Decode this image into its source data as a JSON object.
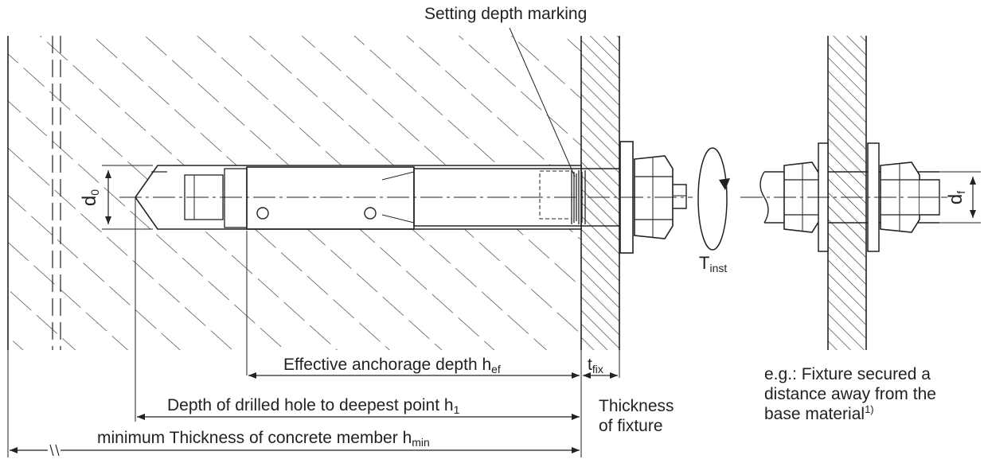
{
  "labels": {
    "setting_depth": "Setting depth marking",
    "d0": {
      "main": "d",
      "sub": "0"
    },
    "df": {
      "main": "d",
      "sub": "f"
    },
    "tinst": {
      "main": "T",
      "sub": "inst"
    },
    "tfix": {
      "main": "t",
      "sub": "fix"
    },
    "hef": {
      "text": "Effective anchorage depth h",
      "sub": "ef"
    },
    "h1": {
      "text": "Depth of drilled hole to deepest point h",
      "sub": "1"
    },
    "hmin": {
      "text": "minimum Thickness of concrete member h",
      "sub": "min"
    },
    "thickness_fixture": {
      "line1": "Thickness",
      "line2": "of fixture"
    },
    "note": {
      "line1": "e.g.: Fixture secured a",
      "line2": "distance away from the",
      "line3": "base material",
      "sup": "1)"
    }
  },
  "colors": {
    "line": "#222222",
    "background": "#ffffff"
  }
}
